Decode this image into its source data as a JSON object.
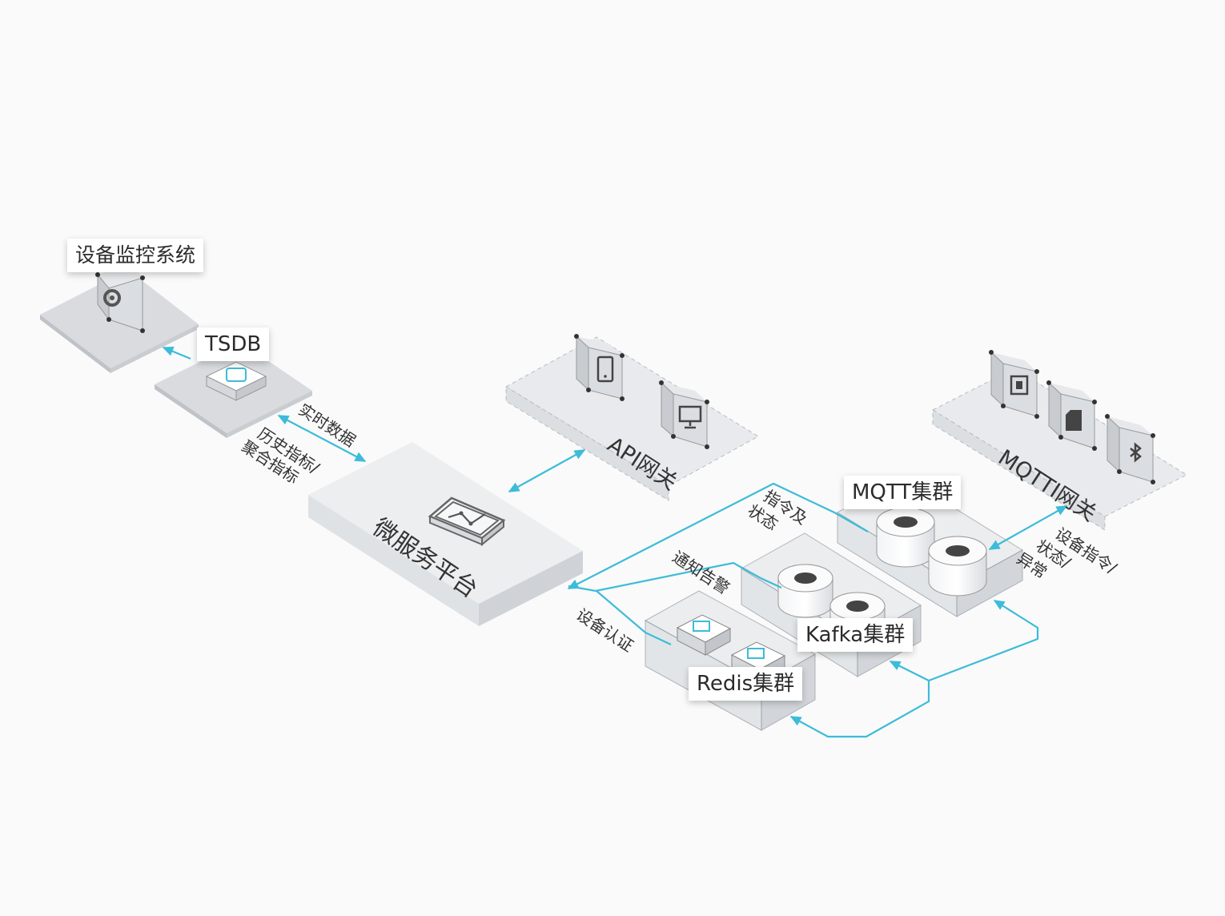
{
  "nodes": {
    "monitor": {
      "label": "设备监控系统",
      "icon": "camera-icon"
    },
    "tsdb": {
      "label": "TSDB",
      "icon": "tsdb-chip-icon"
    },
    "microservice": {
      "label": "微服务平台",
      "icon": "chart-monitor-icon"
    },
    "api_gateway": {
      "label": "API网关",
      "icons": [
        "tablet-icon",
        "monitor-icon"
      ]
    },
    "mqtt_gateway": {
      "label": "MQTTI网关",
      "icons": [
        "cpu-icon",
        "sd-card-icon",
        "bluetooth-icon"
      ]
    },
    "mqtt_cluster": {
      "label": "MQTT集群",
      "icon": "database-icon"
    },
    "kafka_cluster": {
      "label": "Kafka集群",
      "icon": "database-icon"
    },
    "redis_cluster": {
      "label": "Redis集群",
      "icon": "redis-stack-icon"
    }
  },
  "edges": {
    "realtime": "实时数据",
    "history_line1": "历史指标/",
    "history_line2": "聚合指标",
    "command_line1": "指令及",
    "command_line2": "状态",
    "notify": "通知告警",
    "auth": "设备认证",
    "device_line1": "设备指令/",
    "device_line2": "状态/",
    "device_line3": "异常"
  },
  "colors": {
    "arrow": "#3cbcd9",
    "platform": "#e9ebee",
    "platform_side": "#cfd3d8",
    "box": "#e3e5e8",
    "background": "#fafafa"
  }
}
